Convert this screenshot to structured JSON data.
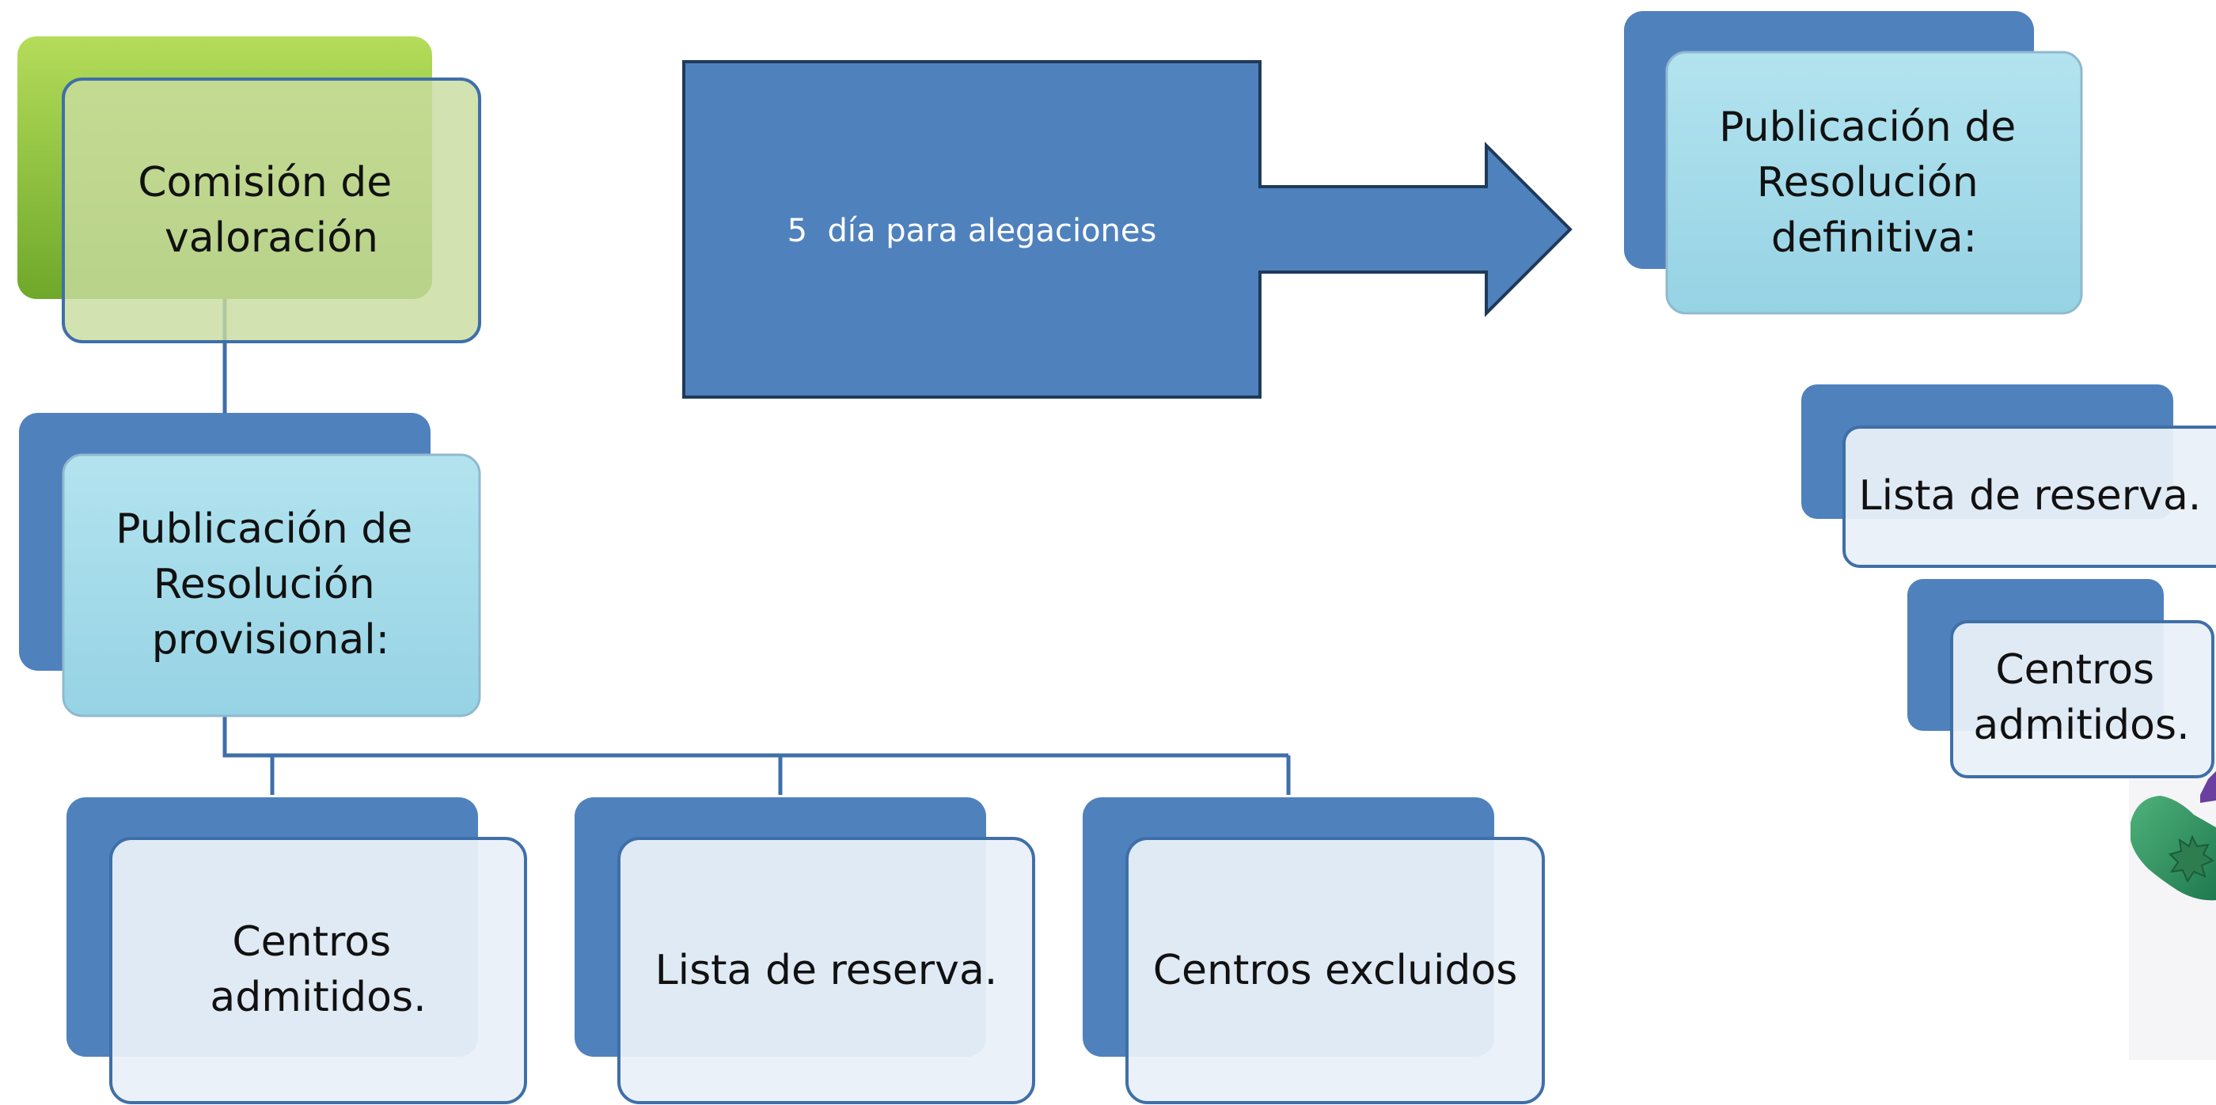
{
  "nodes": {
    "comision": {
      "lines": [
        "Comisión de",
        "valoración"
      ]
    },
    "provisional": {
      "lines": [
        "Publicación de",
        "Resolución",
        "provisional:"
      ]
    },
    "definitiva": {
      "lines": [
        "Publicación de",
        "Resolución",
        "definitiva:"
      ]
    },
    "prov_admitidos": {
      "lines": [
        "Centros",
        "admitidos."
      ]
    },
    "prov_reserva": {
      "lines": [
        "Lista de reserva."
      ]
    },
    "prov_excluidos": {
      "lines": [
        "Centros excluidos"
      ]
    },
    "def_reserva": {
      "lines": [
        "Lista de reserva."
      ]
    },
    "def_admitidos": {
      "lines": [
        "Centros",
        "admitidos."
      ]
    }
  },
  "arrow": {
    "label": "5  día para alegaciones"
  },
  "colors": {
    "dark_blue": "#4f81bd",
    "border_blue": "#3f6fa8",
    "light_blue": "#a5dcea",
    "green_dark": "#8cc63f",
    "green_light": "#c9dca0",
    "pale_fill": "#eaf0f8",
    "arrow_stroke": "#1f3a5a"
  }
}
